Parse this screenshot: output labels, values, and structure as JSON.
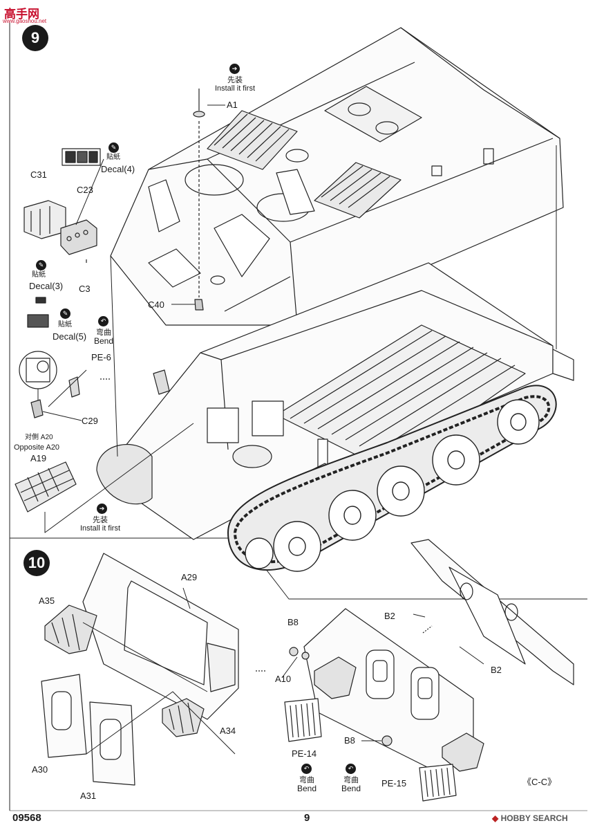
{
  "watermark": {
    "cn": "高手网",
    "url": "www.gaoshou.net"
  },
  "step9": {
    "number": "9",
    "install_note_top": {
      "cn": "先装",
      "en": "Install it first"
    },
    "install_note_bottom": {
      "cn": "先装",
      "en": "Install it first"
    },
    "parts": {
      "a1": "A1",
      "c31": "C31",
      "c23": "C23",
      "c3": "C3",
      "c40": "C40",
      "pe6": "PE-6",
      "c29": "C29",
      "a20_cn": "对側 A20",
      "a20_en": "Opposite A20",
      "a19": "A19"
    },
    "decal4": {
      "cn": "貼紙",
      "en": "Decal(4)"
    },
    "decal3": {
      "cn": "貼紙",
      "en": "Decal(3)"
    },
    "decal5": {
      "cn": "貼紙",
      "en": "Decal(5)"
    },
    "bend": {
      "cn": "弯曲",
      "en": "Bend"
    }
  },
  "step10": {
    "number": "10",
    "parts": {
      "a29": "A29",
      "a35": "A35",
      "a34": "A34",
      "a30": "A30",
      "a31": "A31",
      "b8_top": "B8",
      "a10": "A10",
      "b8_bottom": "B8",
      "pe14": "PE-14",
      "pe15": "PE-15",
      "b2_top": "B2",
      "b2_bottom": "B2"
    },
    "bend_left": {
      "cn": "弯曲",
      "en": "Bend"
    },
    "bend_right": {
      "cn": "弯曲",
      "en": "Bend"
    },
    "color_code": "《C-C》"
  },
  "footer": {
    "product_code": "09568",
    "page_number": "9",
    "site": "HOBBY SEARCH"
  },
  "icons": {
    "step_badge": "circled-number",
    "instruction": "arrow-circle-icon",
    "decal": "decal-icon",
    "bend": "bend-icon"
  }
}
